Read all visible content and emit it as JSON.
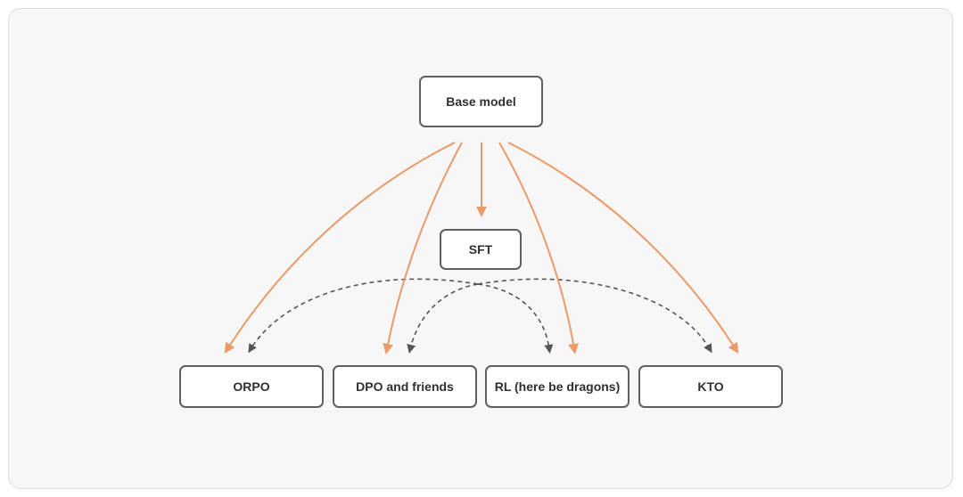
{
  "diagram": {
    "nodes": {
      "base": "Base model",
      "sft": "SFT",
      "orpo": "ORPO",
      "dpo": "DPO and friends",
      "rl": "RL (here be dragons)",
      "kto": "KTO"
    },
    "edges": [
      {
        "from": "Base model",
        "to": "ORPO",
        "style": "solid"
      },
      {
        "from": "Base model",
        "to": "DPO and friends",
        "style": "solid"
      },
      {
        "from": "Base model",
        "to": "SFT",
        "style": "solid"
      },
      {
        "from": "Base model",
        "to": "RL (here be dragons)",
        "style": "solid"
      },
      {
        "from": "Base model",
        "to": "KTO",
        "style": "solid"
      },
      {
        "from": "SFT",
        "to": "ORPO",
        "style": "dashed"
      },
      {
        "from": "SFT",
        "to": "DPO and friends",
        "style": "dashed"
      },
      {
        "from": "SFT",
        "to": "RL (here be dragons)",
        "style": "dashed"
      },
      {
        "from": "SFT",
        "to": "KTO",
        "style": "dashed"
      }
    ],
    "colors": {
      "solid_edge": "#ec9a69",
      "dashed_edge": "#555555",
      "node_border": "#5f5f5f",
      "node_fill": "#ffffff",
      "panel_background": "#f7f7f7"
    }
  }
}
